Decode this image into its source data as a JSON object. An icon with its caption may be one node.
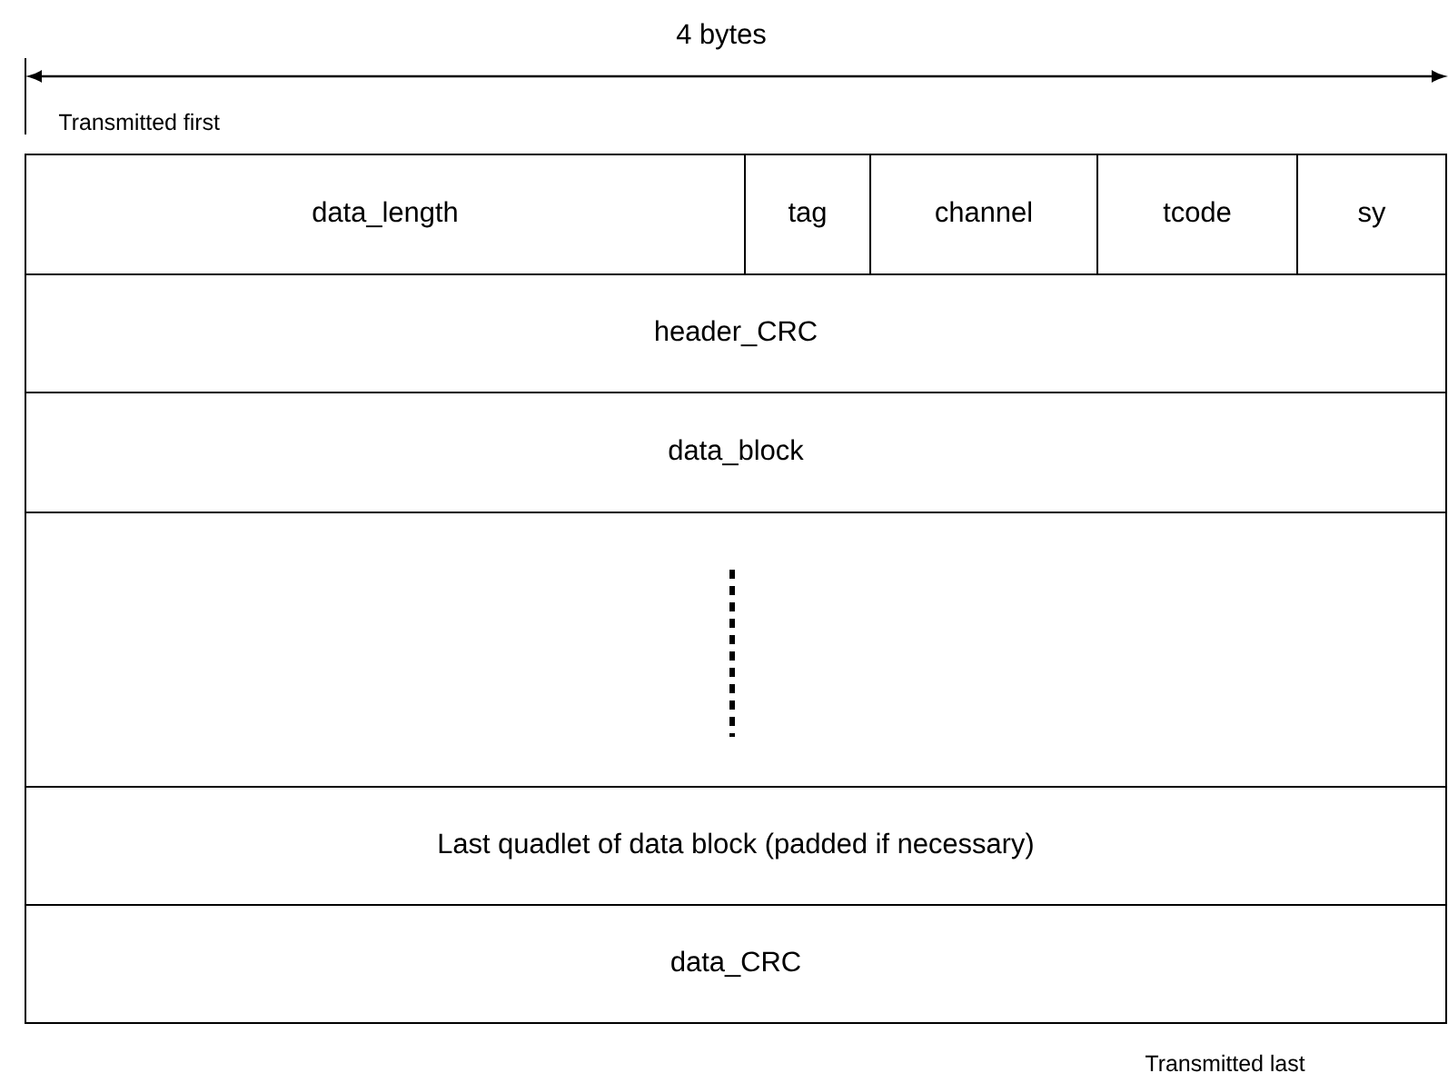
{
  "diagram": {
    "nodes": [
      {
        "text": [
          "data_length"
        ]
      },
      {
        "text": [
          "tag"
        ]
      },
      {
        "text": [
          "channel"
        ]
      },
      {
        "text": [
          "tcode"
        ]
      },
      {
        "text": [
          "sy"
        ]
      },
      {
        "text": [
          "header_CRC"
        ]
      },
      {
        "text": [
          "data_block"
        ]
      },
      {
        "text": [],
        "shape": "box"
      },
      {
        "text": [
          "Last quadlet of data block (padded if necessary)"
        ]
      },
      {
        "text": [
          "data_CRC"
        ]
      }
    ],
    "labels": [
      "4 bytes",
      "Transmitted first",
      "Transmitted last"
    ]
  }
}
